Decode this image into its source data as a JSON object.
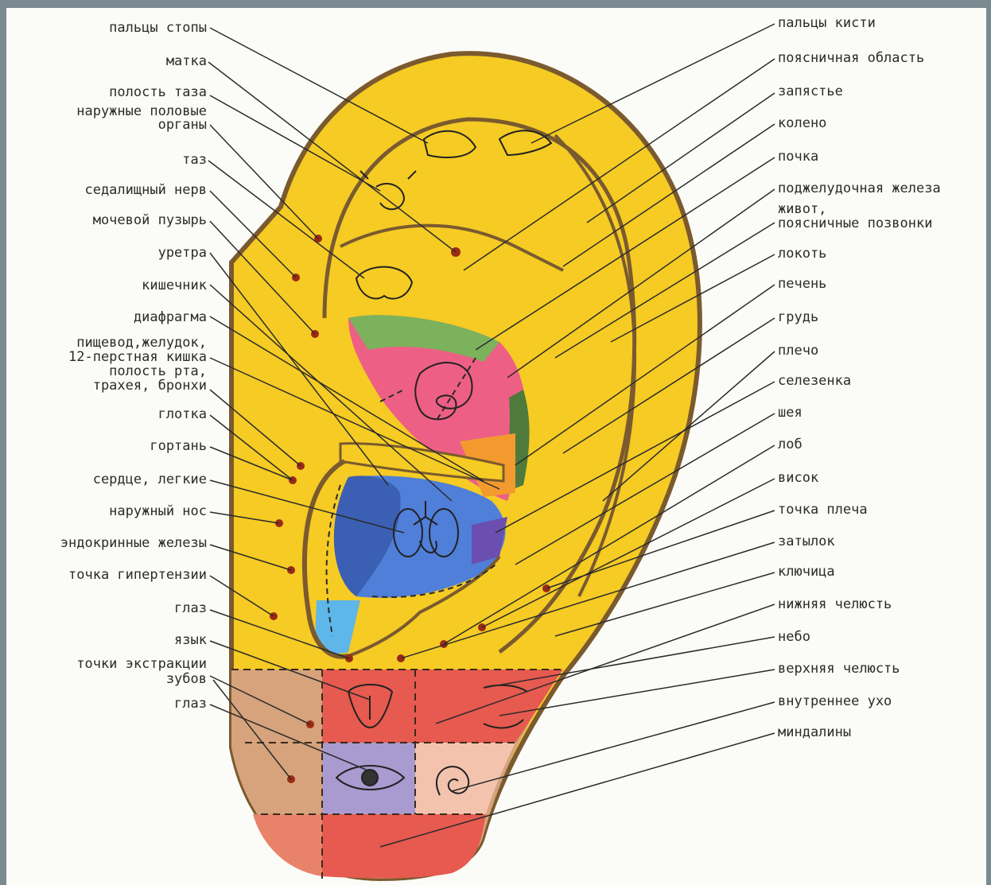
{
  "labels_left": [
    "пальцы стопы",
    "матка",
    "полость таза",
    "наружные половые",
    "органы",
    "таз",
    "седалищный нерв",
    "мочевой пузырь",
    "уретра",
    "кишечник",
    "диафрагма",
    "пищевод,желудок,",
    "12-перстная кишка",
    "полость рта,",
    "трахея, бронхи",
    "глотка",
    "гортань",
    "сердце, легкие",
    "наружный нос",
    "эндокринные железы",
    "точка гипертензии",
    "глаз",
    "язык",
    "точки экстракции",
    "зубов",
    "глаз"
  ],
  "labels_right": [
    "пальцы кисти",
    "поясничная область",
    "запястье",
    "колено",
    "почка",
    "поджелудочная железа",
    "живот,",
    "поясничные позвонки",
    "локоть",
    "печень",
    "грудь",
    "плечо",
    "селезенка",
    "шея",
    "лоб",
    "висок",
    "точка плеча",
    "затылок",
    "ключица",
    "нижняя челюсть",
    "небо",
    "верхняя челюсть",
    "внутреннее ухо",
    "миндалины"
  ],
  "colors": {
    "ear_yellow": "#f5cb24",
    "ear_outline": "#7a5a2e",
    "lobe_tan": "#d6a37c",
    "lobe_red": "#e65a4f",
    "lobe_violet": "#a99ad0",
    "lobe_pink": "#f3c3ae",
    "concha_blue": "#4f7fd8",
    "concha_dark_blue": "#3a5fb3",
    "concha_light_blue": "#5eb7e8",
    "zone_green": "#7cb25b",
    "zone_dark_green": "#4f7a3c",
    "zone_pink": "#ee5f85",
    "zone_orange": "#f39a2f",
    "zone_purple": "#6a4fb1",
    "point_red": "#9b2a14"
  }
}
